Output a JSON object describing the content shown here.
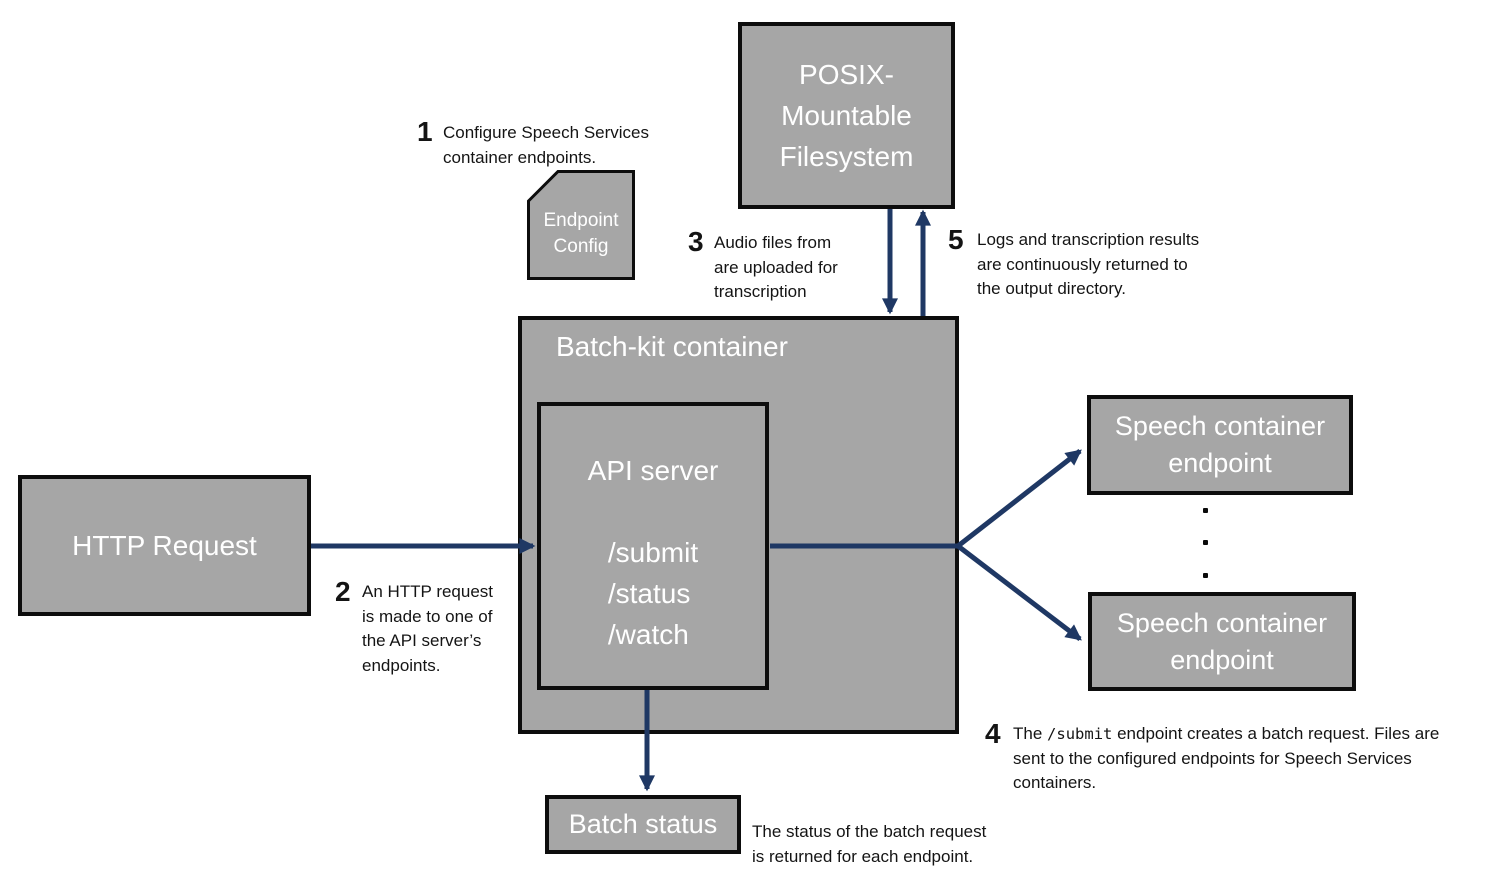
{
  "colors": {
    "box_fill": "#a6a6a6",
    "box_border": "#0d0d0d",
    "arrow": "#1f3864",
    "box_text": "#ffffff",
    "annotation_text": "#141414"
  },
  "nodes": {
    "posix_filesystem": {
      "lines": [
        "POSIX-",
        "Mountable",
        "Filesystem"
      ]
    },
    "endpoint_config": {
      "lines": [
        "Endpoint",
        "Config"
      ]
    },
    "batch_kit_container": {
      "title": "Batch-kit container"
    },
    "api_server": {
      "title": "API server",
      "endpoints": [
        "/submit",
        "/status",
        "/watch"
      ]
    },
    "http_request": {
      "label": "HTTP Request"
    },
    "speech_endpoint_top": {
      "lines": [
        "Speech container",
        "endpoint"
      ]
    },
    "speech_endpoint_bottom": {
      "lines": [
        "Speech container",
        "endpoint"
      ]
    },
    "batch_status": {
      "label": "Batch status"
    }
  },
  "steps": {
    "step1": {
      "num": "1",
      "lines": [
        "Configure Speech Services",
        "container endpoints."
      ]
    },
    "step2": {
      "num": "2",
      "lines": [
        "An HTTP request",
        "is made to one of",
        "the API server’s",
        "endpoints."
      ]
    },
    "step3": {
      "num": "3",
      "lines": [
        "Audio files from",
        "are uploaded for",
        "transcription"
      ]
    },
    "step4": {
      "num": "4",
      "line1_pre": "The ",
      "line1_code": "/submit",
      "line1_post": " endpoint creates a batch request. Files are",
      "line2": "sent to the configured endpoints for Speech Services",
      "line3": "containers."
    },
    "step5": {
      "num": "5",
      "lines": [
        "Logs and transcription results",
        "are continuously returned to",
        "the output directory."
      ]
    }
  },
  "captions": {
    "batch_status_lines": [
      "The status of the batch request",
      "is returned for each endpoint."
    ]
  }
}
